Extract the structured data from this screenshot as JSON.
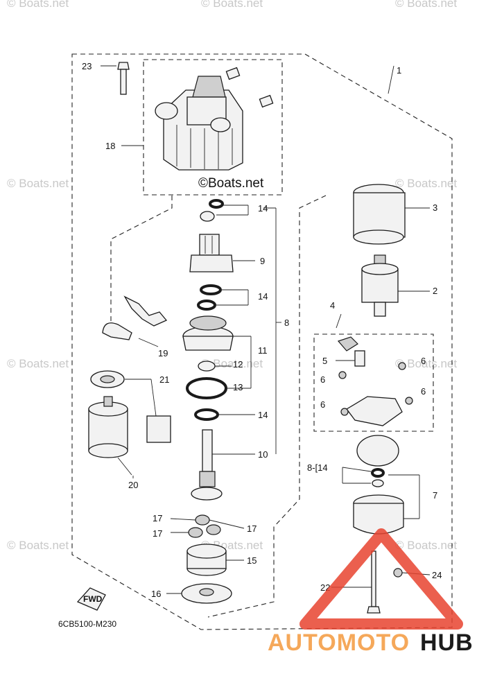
{
  "diagram_code": "6CB5100-M230",
  "watermark_text": "© Boats.net",
  "center_watermark_text": "©Boats.net",
  "fwd_label": "FWD",
  "brand": {
    "part1": "AUTOMOTO",
    "part2": "HUB",
    "color1": "#f5a85a",
    "color2": "#1c1c1c",
    "logo_color": "#e8432f"
  },
  "callouts": {
    "n1": "1",
    "n2": "2",
    "n3": "3",
    "n4": "4",
    "n5": "5",
    "n6": "6",
    "n7": "7",
    "n8": "8",
    "n9": "9",
    "n10": "10",
    "n11": "11",
    "n12": "12",
    "n13": "13",
    "n14": "14",
    "n15": "15",
    "n16": "16",
    "n17": "17",
    "n18": "18",
    "n19": "19",
    "n20": "20",
    "n21": "21",
    "n22": "22",
    "n23": "23",
    "n24": "24",
    "bracket_8_14": "8-[14"
  }
}
